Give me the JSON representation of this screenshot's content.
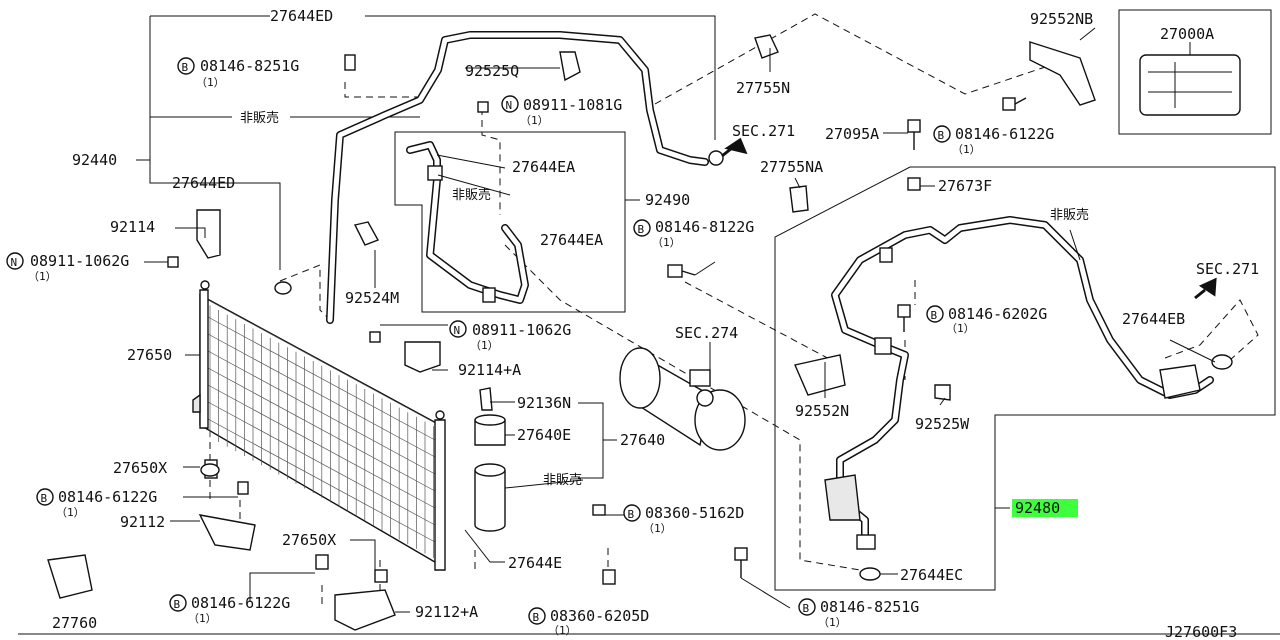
{
  "diagram": {
    "drawing_code": "J27600F3",
    "not_sold": "非販売",
    "colors": {
      "highlight": "#3dff3d",
      "line": "#111111"
    },
    "labels": {
      "p27644ED_top": "27644ED",
      "b08146_8251G_top": "08146-8251G",
      "q1_a": "（1）",
      "p92525Q": "92525Q",
      "n08911_1081G": "08911-1081G",
      "q1_b": "（1）",
      "p92440": "92440",
      "p27644ED_mid": "27644ED",
      "p27644EA_a": "27644EA",
      "p27644EA_b": "27644EA",
      "p92490": "92490",
      "p92114": "92114",
      "n08911_1062G_left": "08911-1062G",
      "q1_c": "（1）",
      "p92524M": "92524M",
      "p27650": "27650",
      "n08911_1062G_mid": "08911-1062G",
      "q1_d": "（1）",
      "p92114A": "92114+A",
      "p92136N": "92136N",
      "p27640E": "27640E",
      "p27640": "27640",
      "p27650X_a": "27650X",
      "b08146_6122G_left": "08146-6122G",
      "q1_e": "（1）",
      "p92112": "92112",
      "p27650X_b": "27650X",
      "p27644E": "27644E",
      "b08146_6122G_bottom": "08146-6122G",
      "q1_f": "（1）",
      "p92112A": "92112+A",
      "b08360_5205D": "08360-6205D",
      "q1_g": "（1）",
      "p27760": "27760",
      "p27755N": "27755N",
      "sec271_a": "SEC.271",
      "p27755NA": "27755NA",
      "b08146_8122G": "08146-8122G",
      "q1_h": "（1）",
      "sec274": "SEC.274",
      "p92552N": "92552N",
      "b08360_5162D": "08360-5162D",
      "q1_i": "（1）",
      "b08146_8251G_bottom": "08146-8251G",
      "q1_j": "（1）",
      "p92552NB": "92552NB",
      "p27000A": "27000A",
      "p27095A": "27095A",
      "b08146_6122G_right": "08146-6122G",
      "q1_k": "（1）",
      "p27673F": "27673F",
      "sec271_b": "SEC.271",
      "b08146_6202G": "08146-6202G",
      "q1_l": "（1）",
      "p27644EB": "27644EB",
      "p92525W": "92525W",
      "p92480": "92480",
      "p27644EC": "27644EC",
      "circle_B": "B",
      "circle_N": "N"
    }
  }
}
